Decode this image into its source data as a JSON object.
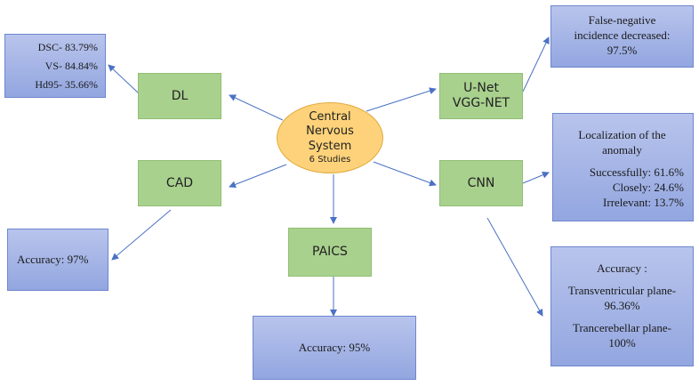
{
  "center": {
    "lines": [
      "Central",
      "Nervous",
      "System"
    ],
    "sub": "6 Studies"
  },
  "nodes": {
    "dl": "DL",
    "unet": [
      "U-Net",
      "VGG-NET"
    ],
    "cad": "CAD",
    "cnn": "CNN",
    "paics": "PAICS"
  },
  "results": {
    "dl": [
      "DSC- 83.79%",
      "VS- 84.84%",
      "Hd95- 35.66%"
    ],
    "unet": [
      "False-negative",
      "incidence decreased:",
      "97.5%"
    ],
    "cad": "Accuracy: 97%",
    "cnn": {
      "heading": [
        "Localization of the",
        "anomaly"
      ],
      "items": [
        "Successfully: 61.6%",
        "Closely: 24.6%",
        "Irrelevant: 13.7%"
      ]
    },
    "paics": "Accuracy: 95%",
    "cnn2": [
      "Accuracy :",
      "Transventricular plane-",
      "96.36%",
      "Trancerebellar plane-",
      "100%"
    ]
  },
  "colors": {
    "node_fill": "#a9d18e",
    "result_fill": "#a4b3e6",
    "center_fill": "#fdd27a",
    "arrow": "#4a72c4"
  }
}
